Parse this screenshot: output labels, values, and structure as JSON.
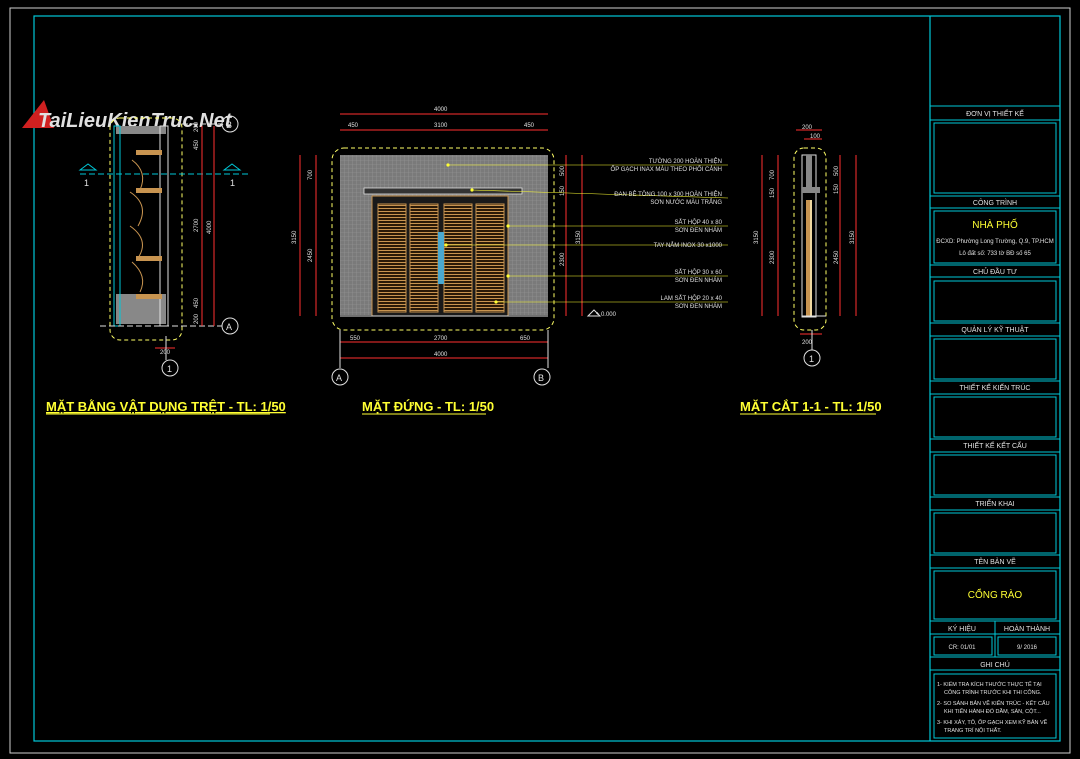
{
  "watermark": "TaiLieuKienTruc.Net",
  "colors": {
    "frame": "#00c8d8",
    "title": "#ffff33",
    "wall": "#888888",
    "door": "#c89450",
    "dim": "#ff3030",
    "dash": "#ffff66"
  },
  "plan": {
    "title": "MẶT BẰNG VẬT DỤNG TRỆT - TL: 1/50",
    "dims": [
      "200",
      "450",
      "2700",
      "450",
      "200",
      "4000",
      "200"
    ],
    "axis_a": "A",
    "axis_b": "B",
    "axis_1": "1",
    "cut_a": "1",
    "cut_b": "1"
  },
  "elev": {
    "title": "MẶT ĐỨNG - TL: 1/50",
    "top_dims": [
      "4000",
      "450",
      "3100",
      "450"
    ],
    "bottom_dims": [
      "550",
      "2700",
      "650",
      "4000"
    ],
    "left_dims": [
      "700",
      "3150",
      "2450"
    ],
    "right_dims": [
      "500",
      "150",
      "3150",
      "2300"
    ],
    "level": "± 0.000",
    "axis_a": "A",
    "axis_b": "B",
    "notes": [
      [
        "TƯỜNG 200 HOÀN THIỆN",
        "ỐP GẠCH INAX MÀU THEO PHỐI CẢNH"
      ],
      [
        "ĐAN BÊ TÔNG 100 x 300 HOÀN THIỆN",
        "SƠN NƯỚC MÀU TRẮNG"
      ],
      [
        "SẮT HỘP 40 x 80",
        "SƠN ĐEN NHÁM"
      ],
      [
        "TAY NẮM INOX 30 x1000",
        ""
      ],
      [
        "SẮT HỘP 30 x 60",
        "SƠN ĐEN NHÁM"
      ],
      [
        "LAM SẮT HỘP 20 x 40",
        "SƠN ĐEN NHÁM"
      ]
    ]
  },
  "section": {
    "title": "MẶT CẮT 1-1 - TL: 1/50",
    "top_dims": [
      "200",
      "100"
    ],
    "left_dims": [
      "700",
      "150",
      "3150",
      "2300"
    ],
    "right_dims": [
      "500",
      "150",
      "3150",
      "2450"
    ],
    "bottom_dim": "200",
    "axis_1": "1"
  },
  "titleblock": {
    "don_vi": "ĐƠN VỊ THIẾT KẾ",
    "cong_trinh": "CÔNG TRÌNH",
    "ten_ct": "NHÀ PHỐ",
    "dia_chi": "ĐCXD: Phường Long Trường, Q.9, TP.HCM",
    "lo_dat": "Lô đất số: 733 tờ BĐ số 65",
    "chu_dau_tu": "CHỦ ĐẦU TƯ",
    "quan_ly": "QUẢN LÝ KỸ THUẬT",
    "tk_kien_truc": "THIẾT KẾ KIẾN TRÚC",
    "tk_ket_cau": "THIẾT KẾ KẾT CẤU",
    "trien_khai": "TRIỂN KHAI",
    "ten_ban_ve": "TÊN BẢN VẼ",
    "ban_ve": "CỔNG RÀO",
    "ky_hieu": "KÝ HIỆU",
    "hoan_thanh": "HOÀN THÀNH",
    "ky_hieu_val": "CR: 01/01",
    "hoan_thanh_val": "9/ 2016",
    "ghi_chu": "GHI CHÚ",
    "notes": [
      "1- KIỂM TRA KÍCH THƯỚC THỰC TẾ TẠI",
      "CÔNG TRÌNH TRƯỚC KHI THI CÔNG.",
      "2- SO SÁNH BẢN VẼ KIẾN TRÚC - KẾT CẤU",
      "KHI TIẾN HÀNH ĐỔ DẦM, SÀN, CỘT...",
      "3- KHI XÂY, TÔ, ỐP GẠCH XEM KỸ BẢN VẼ",
      "TRANG TRÍ NỘI THẤT."
    ]
  }
}
